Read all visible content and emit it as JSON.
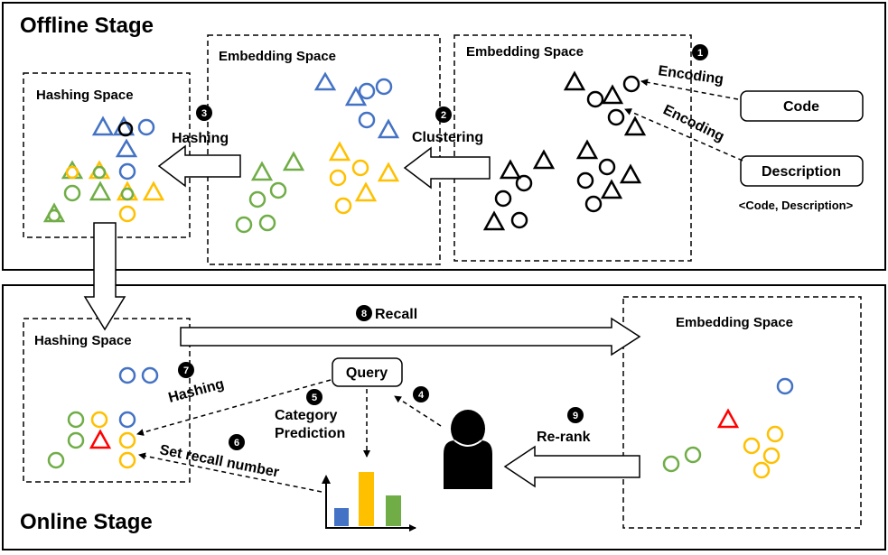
{
  "offline": {
    "title": "Offline Stage",
    "hashing_space_title": "Hashing Space",
    "embedding_mid_title": "Embedding Space",
    "embedding_right_title": "Embedding Space",
    "step1_label": "Encoding",
    "step1_label_b": "Encoding",
    "step2_label": "Clustering",
    "step3_label": "Hashing",
    "code_label": "Code",
    "description_label": "Description",
    "pair_label": "<Code, Description>"
  },
  "online": {
    "title": "Online Stage",
    "hashing_space_title": "Hashing Space",
    "embedding_title": "Embedding Space",
    "query_label": "Query",
    "step5_label_line1": "Category",
    "step5_label_line2": "Prediction",
    "step6_label": "Set recall number",
    "step7_label": "Hashing",
    "step8_label": "Recall",
    "step9_label": "Re-rank"
  },
  "step_numbers": [
    "1",
    "2",
    "3",
    "4",
    "5",
    "6",
    "7",
    "8",
    "9"
  ],
  "colors": {
    "blue": "#4472c4",
    "green": "#70ad47",
    "yellow": "#ffc000",
    "black": "#000000",
    "red": "#ff0000",
    "bar_blue": "#4472c4",
    "bar_yellow": "#ffc000",
    "bar_green": "#70ad47"
  },
  "icons": [
    "user-icon",
    "bar-chart-icon"
  ]
}
